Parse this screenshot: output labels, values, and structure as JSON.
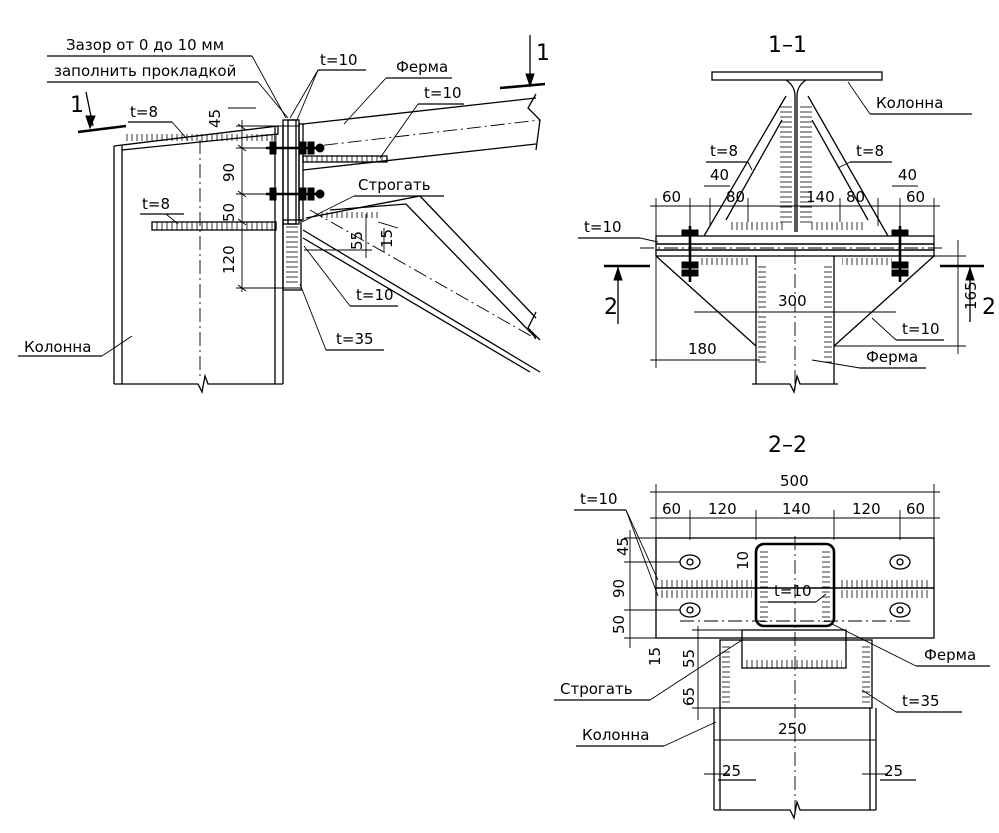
{
  "labels": {
    "gap_line1": "Зазор от 0 до 10 мм",
    "gap_line2": "заполнить прокладкой",
    "ferma": "Ферма",
    "kolonna": "Колонна",
    "strogat": "Строгать",
    "t8": "t=8",
    "t10": "t=10",
    "t35": "t=35"
  },
  "sections": {
    "cut_mark": "1",
    "s11": "1–1",
    "s22": "2–2",
    "cut2_mark": "2"
  },
  "dims_main": {
    "d45": "45",
    "d90": "90",
    "d50": "50",
    "d120": "120",
    "d55": "55",
    "d15": "15"
  },
  "dims_s11": {
    "d60a": "60",
    "d40a": "40",
    "d80a": "80",
    "d140": "140",
    "d80b": "80",
    "d40b": "40",
    "d60b": "60",
    "d300": "300",
    "d180": "180",
    "d165": "165"
  },
  "dims_s22": {
    "d500": "500",
    "d60a": "60",
    "d120a": "120",
    "d140": "140",
    "d120b": "120",
    "d60b": "60",
    "d45": "45",
    "d90": "90",
    "d50": "50",
    "d10": "10",
    "d15": "15",
    "d55": "55",
    "d65": "65",
    "d250": "250",
    "d25a": "25",
    "d25b": "25"
  }
}
